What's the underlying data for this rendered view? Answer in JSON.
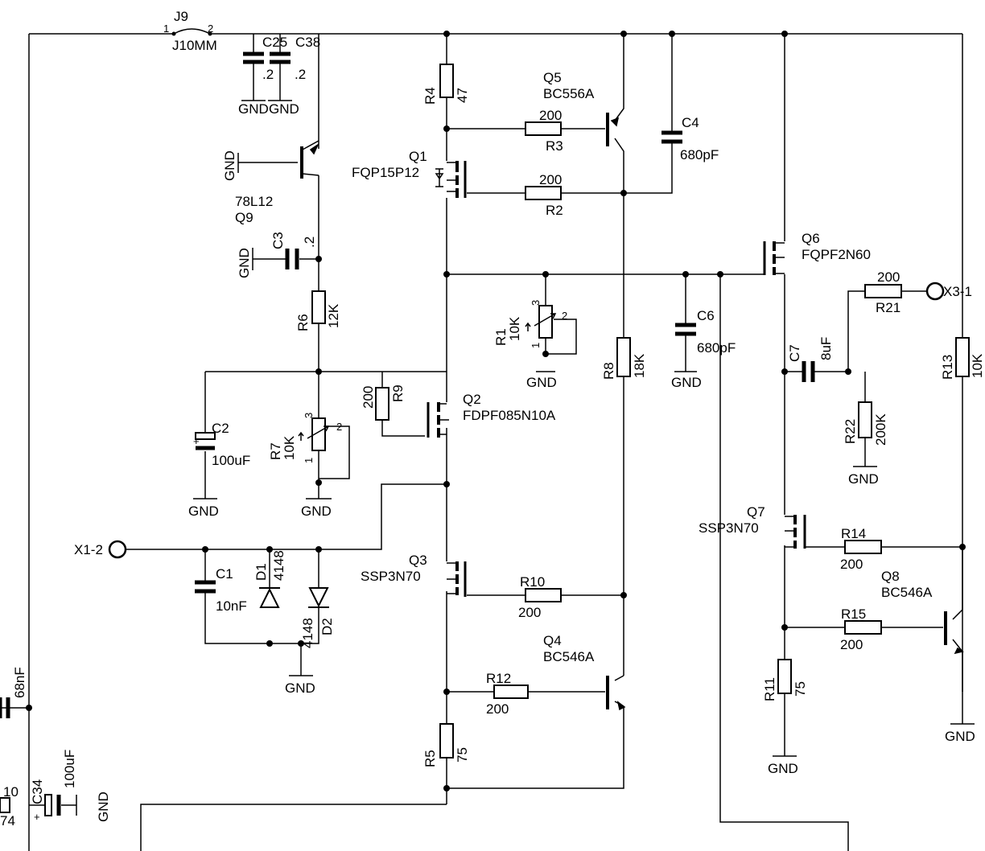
{
  "labels": {
    "j9": "J9",
    "j9_pin1": "1",
    "j9_pin2": "2",
    "j10mm": "J10MM",
    "c25": "C25",
    "c38": "C38",
    "c25_val": ".2",
    "c38_val": ".2",
    "gnd": "GND",
    "q9_part": "78L12",
    "q9": "Q9",
    "c3": "C3",
    "c3_val": ".2",
    "r6": "R6",
    "r6_val": "12K",
    "c2": "C2",
    "c2_val": "100uF",
    "r7": "R7",
    "r7_val": "10K",
    "pin1": "1",
    "pin2": "2",
    "pin3": "3",
    "r9_val": "200",
    "r9": "R9",
    "x1_2": "X1-2",
    "c1": "C1",
    "c1_val": "10nF",
    "d1": "D1",
    "d1_val": "4148",
    "d2": "D2",
    "d2_val": "4148",
    "r4": "R4",
    "r4_val": "47",
    "q5": "Q5",
    "q5_part": "BC556A",
    "r3_val": "200",
    "r3": "R3",
    "c4": "C4",
    "c4_val": "680pF",
    "q1": "Q1",
    "q1_part": "FQP15P12",
    "r2_val": "200",
    "r2": "R2",
    "r1": "R1",
    "r1_val": "10K",
    "q2": "Q2",
    "q2_part": "FDPF085N10A",
    "r8": "R8",
    "r8_val": "18K",
    "c6": "C6",
    "c6_val": "680pF",
    "q6": "Q6",
    "q6_part": "FQPF2N60",
    "r21_val": "200",
    "r21": "R21",
    "x3_1": "X3-1",
    "c7": "C7",
    "c7_val": "8uF",
    "r13": "R13",
    "r13_val": "10K",
    "r22": "R22",
    "r22_val": "200K",
    "q3": "Q3",
    "q3_part": "SSP3N70",
    "r10": "R10",
    "r10_val": "200",
    "q4": "Q4",
    "q4_part": "BC546A",
    "r12": "R12",
    "r12_val": "200",
    "r5": "R5",
    "r5_val": "75",
    "q7": "Q7",
    "q7_part": "SSP3N70",
    "r14": "R14",
    "r14_val": "200",
    "q8": "Q8",
    "q8_part": "BC546A",
    "r15": "R15",
    "r15_val": "200",
    "r11": "R11",
    "r11_val": "75",
    "c_left_val": "68nF",
    "c34": "C34",
    "c34_val": "100uF",
    "plus": "+",
    "edge_10": "10",
    "edge_74": "74"
  }
}
